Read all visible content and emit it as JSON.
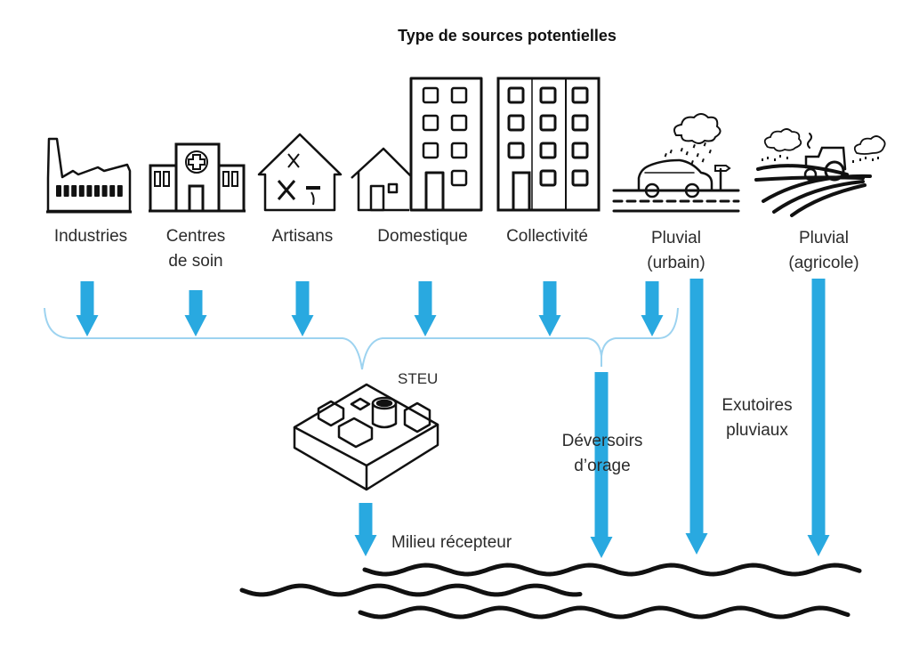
{
  "title": "Type de sources potentielles",
  "colors": {
    "arrow": "#29a9e0",
    "bracket": "#9dd3f0",
    "line": "#111111",
    "text": "#2b2b2b",
    "background": "#ffffff"
  },
  "sources": [
    {
      "id": "industries",
      "label_lines": [
        "Industries"
      ],
      "icon": "factory-icon"
    },
    {
      "id": "centres-de-soin",
      "label_lines": [
        "Centres",
        "de soin"
      ],
      "icon": "hospital-icon"
    },
    {
      "id": "artisans",
      "label_lines": [
        "Artisans"
      ],
      "icon": "workshop-house-icon"
    },
    {
      "id": "domestique",
      "label_lines": [
        "Domestique"
      ],
      "icon": "house-and-apartment-icon"
    },
    {
      "id": "collectivite",
      "label_lines": [
        "Collectivité"
      ],
      "icon": "apartment-block-icon"
    },
    {
      "id": "pluvial-urbain",
      "label_lines": [
        "Pluvial",
        "(urbain)"
      ],
      "icon": "car-rain-road-icon"
    },
    {
      "id": "pluvial-agricole",
      "label_lines": [
        "Pluvial",
        "(agricole)"
      ],
      "icon": "tractor-field-rain-icon"
    }
  ],
  "nodes": {
    "steu": {
      "label": "STEU",
      "icon": "treatment-plant-icon"
    },
    "deversoirs": {
      "label_lines": [
        "Déversoirs",
        "d’orage"
      ]
    },
    "exutoires": {
      "label_lines": [
        "Exutoires",
        "pluviaux"
      ]
    },
    "milieu": {
      "label": "Milieu récepteur",
      "icon": "water-waves-icon"
    }
  }
}
